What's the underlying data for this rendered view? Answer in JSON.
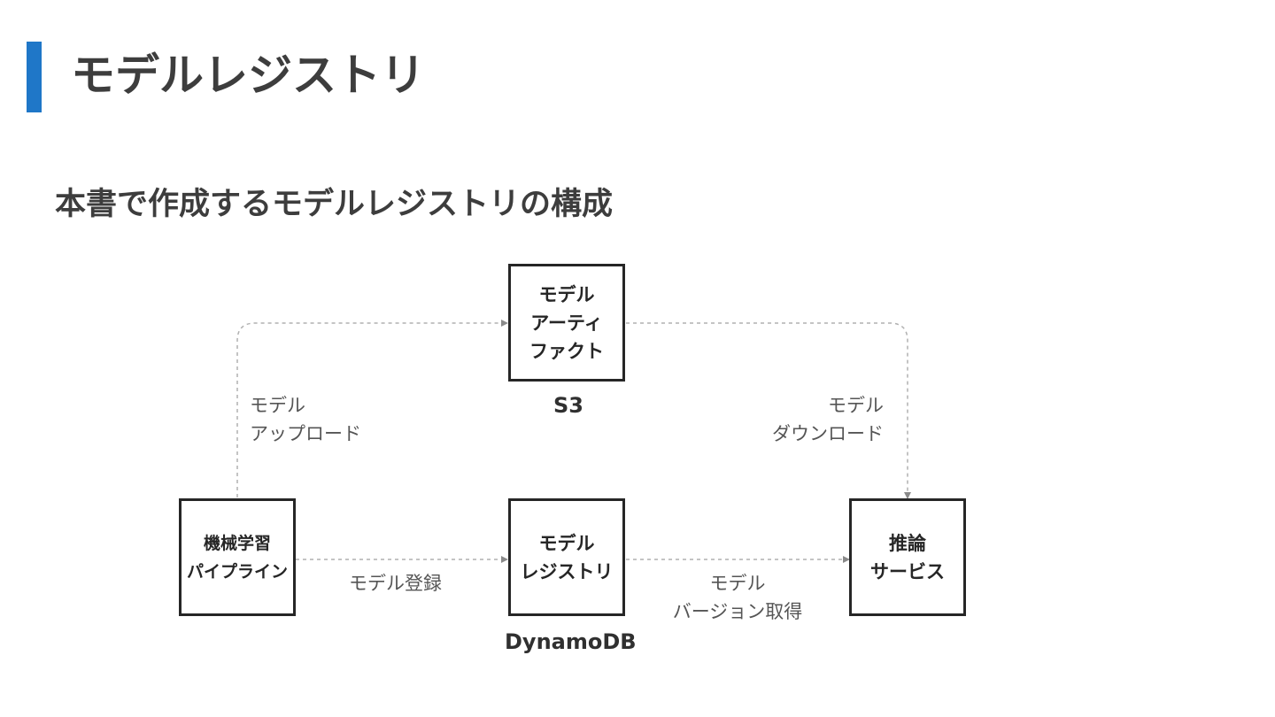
{
  "slide": {
    "title": "モデルレジストリ",
    "subtitle": "本書で作成するモデルレジストリの構成",
    "accent_color": "#1f77c8"
  },
  "diagram": {
    "nodes": {
      "artifact": {
        "label": "モデル\nアーティ\nファクト",
        "caption": "S3"
      },
      "pipeline": {
        "label": "機械学習\nパイプライン"
      },
      "registry": {
        "label": "モデル\nレジストリ",
        "caption": "DynamoDB"
      },
      "inference": {
        "label": "推論\nサービス"
      }
    },
    "edges": {
      "upload": {
        "label": "モデル\nアップロード"
      },
      "download": {
        "label": "モデル\nダウンロード"
      },
      "register": {
        "label": "モデル登録"
      },
      "version": {
        "label": "モデル\nバージョン取得"
      }
    },
    "edge_color": "#aaaaaa"
  }
}
